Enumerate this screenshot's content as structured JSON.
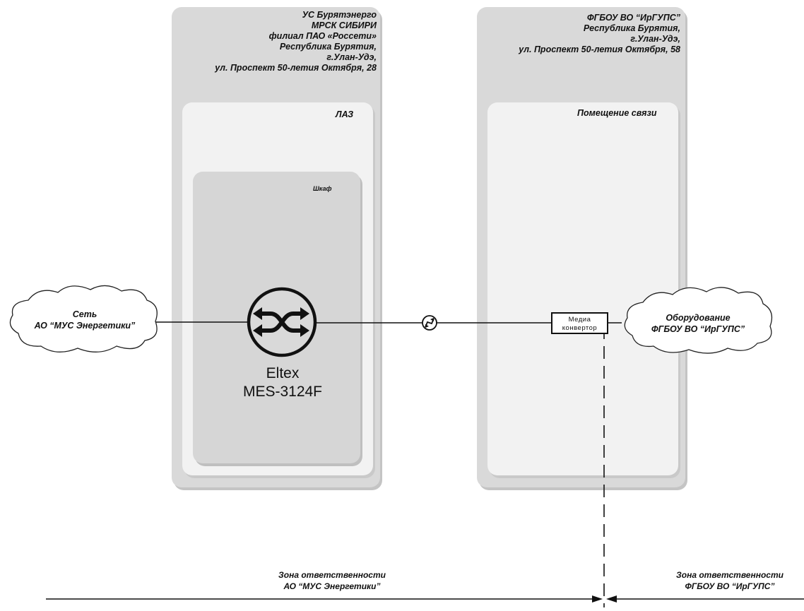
{
  "left_site": {
    "title": "УС Бурятэнерго\nМРСК СИБИРИ\nфилиал ПАО «Россети»\nРеспублика Бурятия,\nг.Улан-Удэ,\nул. Проспект 50-летия Октября, 28",
    "room": "ЛАЗ",
    "cabinet": "Шкаф",
    "device": "Eltex\nMES-3124F"
  },
  "right_site": {
    "title": "ФГБОУ ВО “ИрГУПС”\nРеспублика Бурятия,\nг.Улан-Удэ,\nул. Проспект 50-летия Октября, 58",
    "room": "Помещение связи",
    "converter": "Медиа\nконвертор"
  },
  "clouds": {
    "left": "Сеть\nАО “МУС Энергетики”",
    "right": "Оборудование\nФГБОУ ВО “ИрГУПС”"
  },
  "zones": {
    "left": "Зона ответственности\nАО “МУС Энергетики”",
    "right": "Зона ответственности\nФГБОУ ВО “ИрГУПС”"
  },
  "icons": {
    "switch": "switch-icon",
    "fiber": "optical-link-icon"
  }
}
